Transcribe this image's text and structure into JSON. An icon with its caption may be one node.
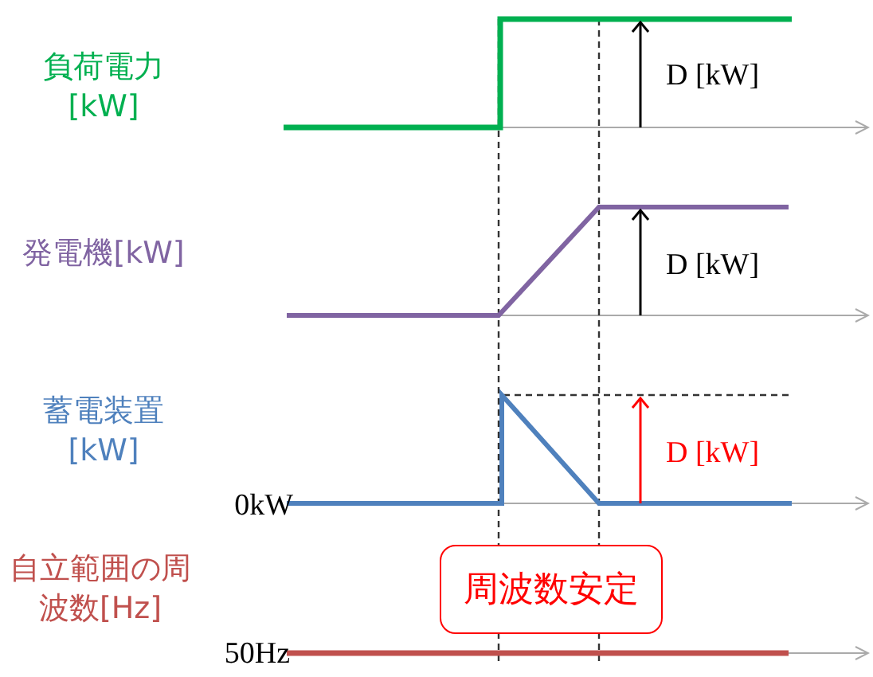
{
  "diagram": {
    "nodes": [
      {
        "text": [
          "周波数安定"
        ]
      }
    ],
    "labels": [
      "負荷電力[kW]",
      "D [kW]",
      "発電機[kW]",
      "D [kW]",
      "蓄電装置[kW]",
      "D [kW]",
      "0kW",
      "自立範囲の周波数[Hz]",
      "50Hz"
    ]
  }
}
